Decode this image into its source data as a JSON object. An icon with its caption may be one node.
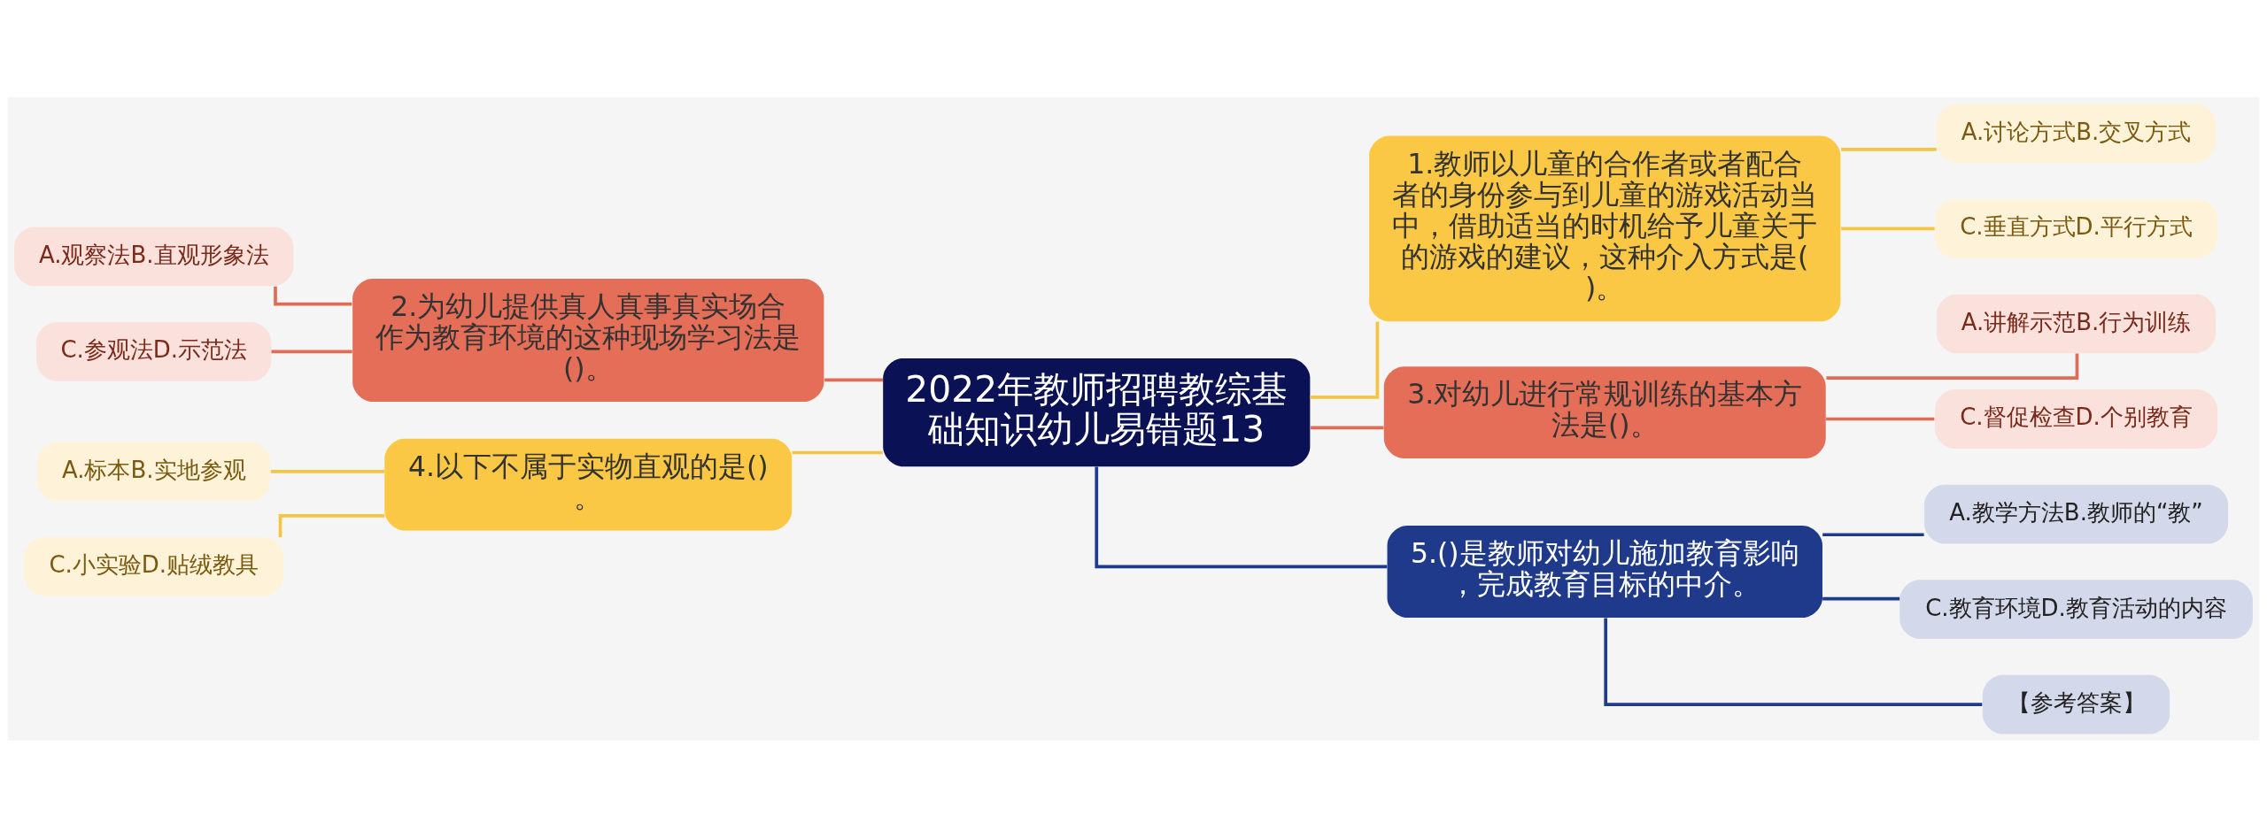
{
  "diagram": {
    "nodes": [
      {
        "text": [
          "2022年教师招聘教综基础知识幼儿易错题13"
        ]
      },
      {
        "text": [
          "1.教师以儿童的合作者或者配合者的身份参与到儿童的游戏活动当中，借助适当的时机给予儿童关于的游戏的建议，这种介入方式是()。"
        ]
      },
      {
        "text": [
          "A.讨论方式B.交叉方式"
        ]
      },
      {
        "text": [
          "C.垂直方式D.平行方式"
        ]
      },
      {
        "text": [
          "2.为幼儿提供真人真事真实场合作为教育环境的这种现场学习法是()。"
        ]
      },
      {
        "text": [
          "A.观察法B.直观形象法"
        ]
      },
      {
        "text": [
          "C.参观法D.示范法"
        ]
      },
      {
        "text": [
          "3.对幼儿进行常规训练的基本方法是()。"
        ]
      },
      {
        "text": [
          "A.讲解示范B.行为训练"
        ]
      },
      {
        "text": [
          "C.督促检查D.个别教育"
        ]
      },
      {
        "text": [
          "4.以下不属于实物直观的是()。"
        ]
      },
      {
        "text": [
          "A.标本B.实地参观"
        ]
      },
      {
        "text": [
          "C.小实验D.贴绒教具"
        ]
      },
      {
        "text": [
          "5.()是教师对幼儿施加教育影响，完成教育目标的中介。"
        ]
      },
      {
        "text": [
          "A.教学方法B.教师的“教”"
        ]
      },
      {
        "text": [
          "C.教育环境D.教育活动的内容"
        ]
      },
      {
        "text": [
          "【参考答案】"
        ]
      }
    ],
    "edges": [
      {
        "from": 0,
        "to": 1,
        "arrow": "none",
        "color": "#f5c542"
      },
      {
        "from": 1,
        "to": 2,
        "arrow": "none",
        "color": "#f5c542"
      },
      {
        "from": 1,
        "to": 3,
        "arrow": "none",
        "color": "#f5c542"
      },
      {
        "from": 4,
        "to": 0,
        "arrow": "none",
        "color": "#e06c55"
      },
      {
        "from": 5,
        "to": 4,
        "arrow": "none",
        "color": "#e06c55"
      },
      {
        "from": 6,
        "to": 4,
        "arrow": "none",
        "color": "#e06c55"
      },
      {
        "from": 0,
        "to": 7,
        "arrow": "none",
        "color": "#e06c55"
      },
      {
        "from": 7,
        "to": 8,
        "arrow": "none",
        "color": "#e06c55"
      },
      {
        "from": 7,
        "to": 9,
        "arrow": "none",
        "color": "#e06c55"
      },
      {
        "from": 10,
        "to": 0,
        "arrow": "none",
        "color": "#f5c542"
      },
      {
        "from": 11,
        "to": 10,
        "arrow": "none",
        "color": "#f5c542"
      },
      {
        "from": 12,
        "to": 10,
        "arrow": "none",
        "color": "#f5c542"
      },
      {
        "from": 0,
        "to": 13,
        "arrow": "none",
        "color": "#1f3a8a"
      },
      {
        "from": 13,
        "to": 14,
        "arrow": "none",
        "color": "#1f3a8a"
      },
      {
        "from": 13,
        "to": 15,
        "arrow": "none",
        "color": "#1f3a8a"
      },
      {
        "from": 13,
        "to": 16,
        "arrow": "none",
        "color": "#1f3a8a"
      }
    ]
  }
}
